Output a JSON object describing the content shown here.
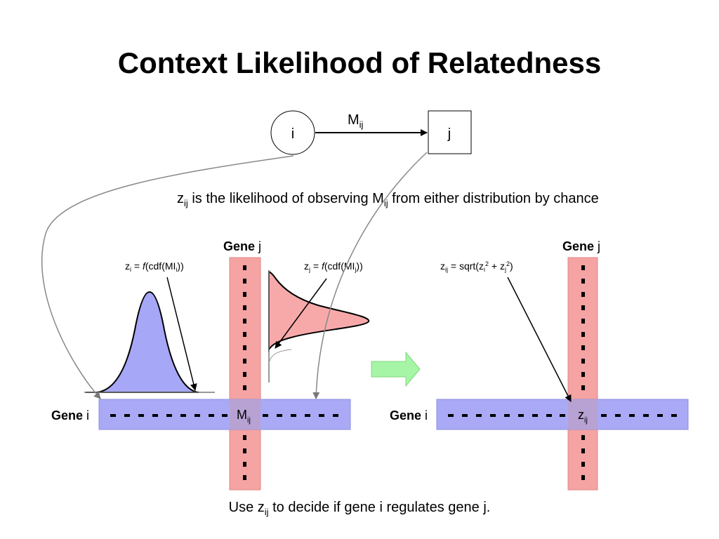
{
  "title": "Context Likelihood of Relatedness",
  "network": {
    "node_i": "i",
    "node_j": "j",
    "edge_label": "M",
    "edge_label_sub": "ij"
  },
  "explanation": {
    "z": "z",
    "z_sub": "ij",
    "text1": " is the likelihood of observing M",
    "m_sub": "ij",
    "text2": " from either distribution  by chance"
  },
  "left_panel": {
    "gene_j_bold": "Gene",
    "gene_j_var": " j",
    "gene_i_bold": "Gene",
    "gene_i_var": " i",
    "cell_label": "M",
    "cell_sub": "ij",
    "formula_i": {
      "lhs": "z",
      "lhs_sub": "i",
      "eq": " = ",
      "f": "f",
      "rhs": "(cdf(MI",
      "rhs_sub": "i",
      "close": "))"
    },
    "formula_j": {
      "lhs": "z",
      "lhs_sub": "j",
      "eq": " = ",
      "f": "f",
      "rhs": "(cdf(MI",
      "rhs_sub": "j",
      "close": "))"
    }
  },
  "right_panel": {
    "gene_j_bold": "Gene",
    "gene_j_var": " j",
    "gene_i_bold": "Gene",
    "gene_i_var": " i",
    "cell_label": "z",
    "cell_sub": "ij",
    "formula": {
      "lhs": "z",
      "lhs_sub": "ij",
      "rhs_open": " = sqrt(z",
      "sub_i": "i",
      "sup_i": "2",
      "plus": " + z",
      "sub_j": "j",
      "sup_j": "2",
      "close": ")"
    }
  },
  "conclusion": {
    "prefix": "Use z",
    "sub": "ij",
    "suffix": " to decide if gene i regulates gene j."
  },
  "colors": {
    "pink_band": "#f5a3a3",
    "blue_band": "#a9a9f5",
    "overlap": "#b7a2d3",
    "blue_curve_fill": "#a7a7f7",
    "pink_curve_fill": "#f7a9a9",
    "arrow_green": "#a6f5a6"
  }
}
